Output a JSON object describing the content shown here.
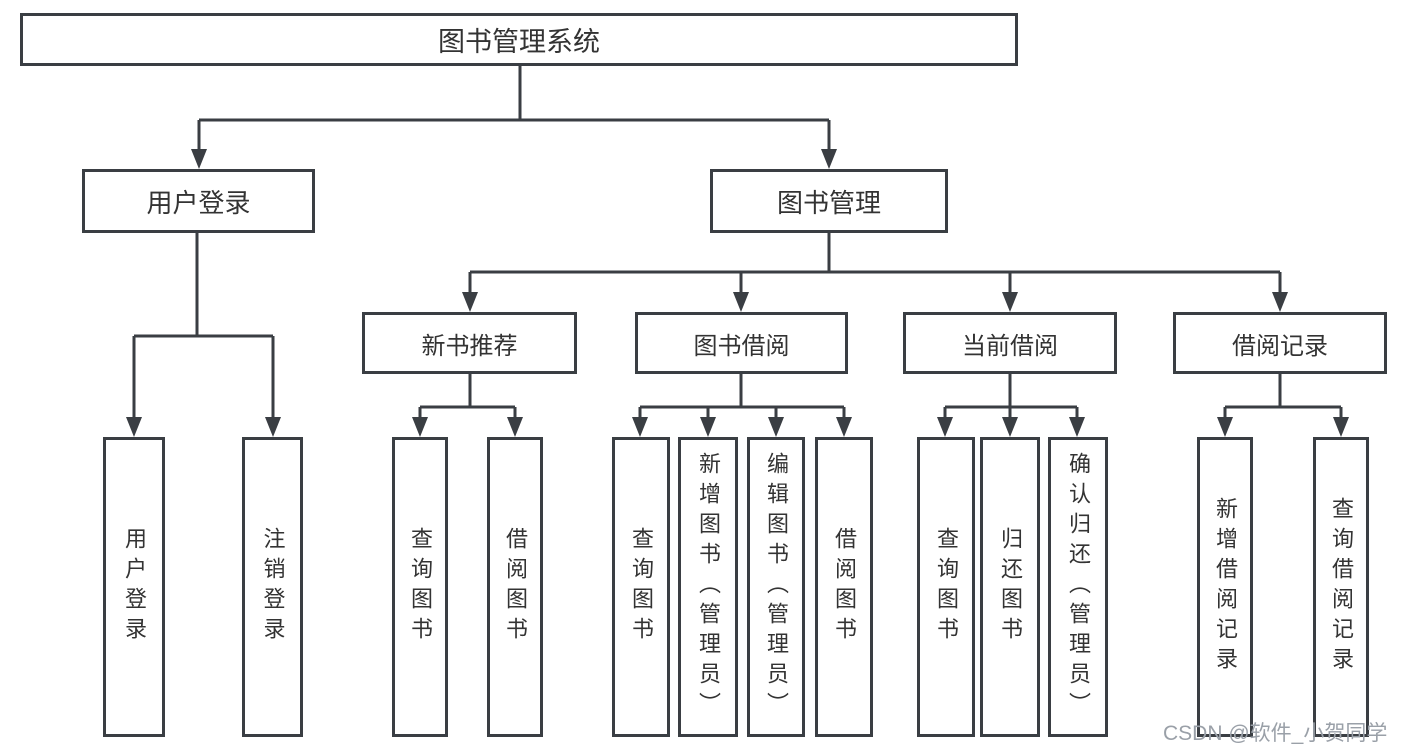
{
  "theme": {
    "line": "#3a3e43",
    "text": "#333333",
    "wm": "#9aa0a8"
  },
  "diagram": {
    "type": "tree",
    "root": {
      "label": "图书管理系统"
    },
    "branches": [
      {
        "label": "用户登录",
        "children": [
          {
            "label": "用户登录"
          },
          {
            "label": "注销登录"
          }
        ]
      },
      {
        "label": "图书管理",
        "children": [
          {
            "label": "新书推荐",
            "children": [
              {
                "label": "查询图书"
              },
              {
                "label": "借阅图书"
              }
            ]
          },
          {
            "label": "图书借阅",
            "children": [
              {
                "label": "查询图书"
              },
              {
                "label": "新增图书（管理员）"
              },
              {
                "label": "编辑图书（管理员）"
              },
              {
                "label": "借阅图书"
              }
            ]
          },
          {
            "label": "当前借阅",
            "children": [
              {
                "label": "查询图书"
              },
              {
                "label": "归还图书"
              },
              {
                "label": "确认归还（管理员）"
              }
            ]
          },
          {
            "label": "借阅记录",
            "children": [
              {
                "label": "新增借阅记录"
              },
              {
                "label": "查询借阅记录"
              }
            ]
          }
        ]
      }
    ]
  },
  "watermark": {
    "text": "CSDN @软件_小贺同学"
  }
}
